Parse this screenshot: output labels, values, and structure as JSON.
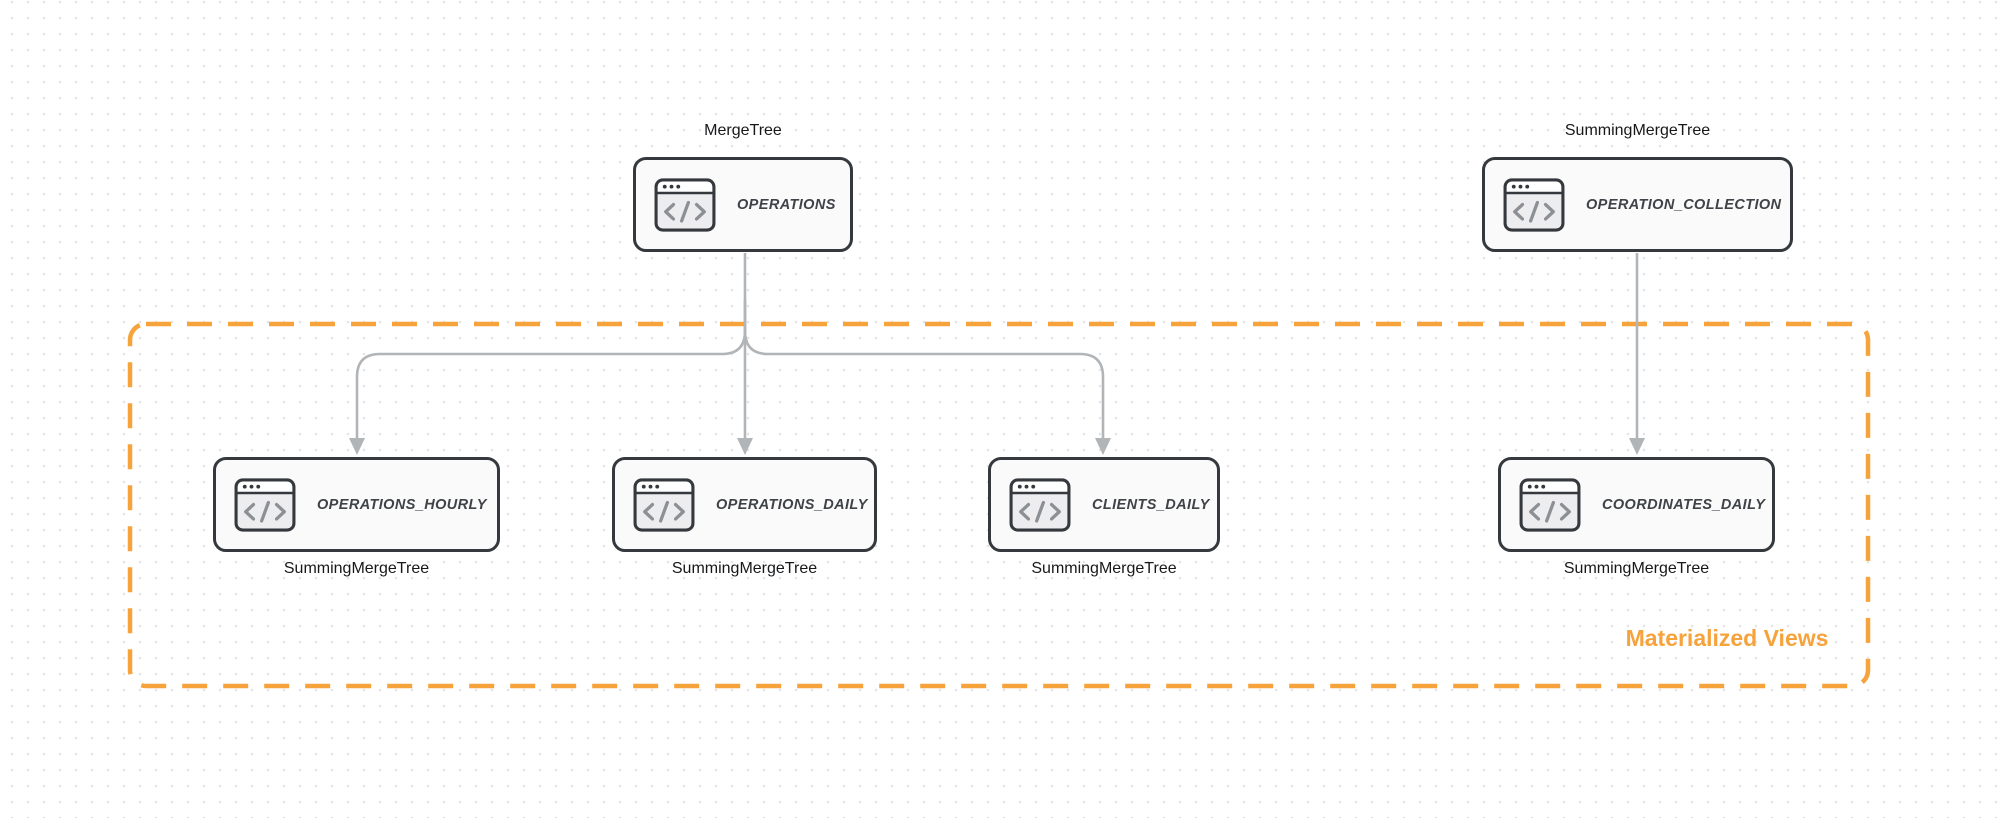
{
  "colors": {
    "accent_orange": "#F6A33C",
    "node_border": "#35383D",
    "node_fill": "#FAFAFA",
    "node_label": "#3F4247",
    "engine_label": "#17181A",
    "arrow": "#B2B5B8",
    "icon_glyph": "#8C8F93",
    "canvas_dot": "#E4E4E7",
    "canvas_bg": "#FFFFFF"
  },
  "nodes": {
    "operations": {
      "engine": "MergeTree",
      "label": "OPERATIONS"
    },
    "operation_collection": {
      "engine": "SummingMergeTree",
      "label": "OPERATION_COLLECTION"
    },
    "operations_hourly": {
      "label": "OPERATIONS_HOURLY",
      "engine": "SummingMergeTree"
    },
    "operations_daily": {
      "label": "OPERATIONS_DAILY",
      "engine": "SummingMergeTree"
    },
    "clients_daily": {
      "label": "CLIENTS_DAILY",
      "engine": "SummingMergeTree"
    },
    "coordinates_daily": {
      "label": "COORDINATES_DAILY",
      "engine": "SummingMergeTree"
    }
  },
  "group": {
    "label": "Materialized Views"
  },
  "icons": {
    "node_icon": "code-window-icon"
  }
}
